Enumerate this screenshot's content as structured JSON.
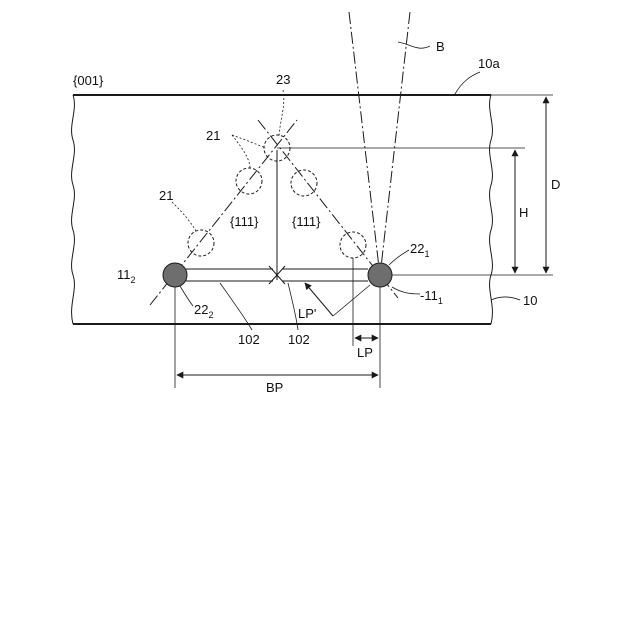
{
  "figure": {
    "plane_label": "{001}",
    "surface_label": "10a",
    "substrate_label": "10",
    "beam_label": "B",
    "depth_label": "D",
    "height_label": "H",
    "crystal_plane_left": "{111}",
    "crystal_plane_right": "{111}",
    "point_label": "23",
    "modified_spot_label_upper": "21",
    "modified_spot_label_lower": "21",
    "spot_right_label": "22",
    "spot_right_sub": "1",
    "spot_left_label": "22",
    "spot_left_sub": "2",
    "line_right_label": "-11",
    "line_right_sub": "1",
    "line_left_label": "11",
    "line_left_sub": "2",
    "crack_label_1": "102",
    "crack_label_2": "102",
    "lp_prime_label": "LP'",
    "lp_label": "LP",
    "bp_label": "BP"
  },
  "colors": {
    "line": "#1a1a1a",
    "filled_spot": "#6e6e6e",
    "background": "#ffffff"
  }
}
